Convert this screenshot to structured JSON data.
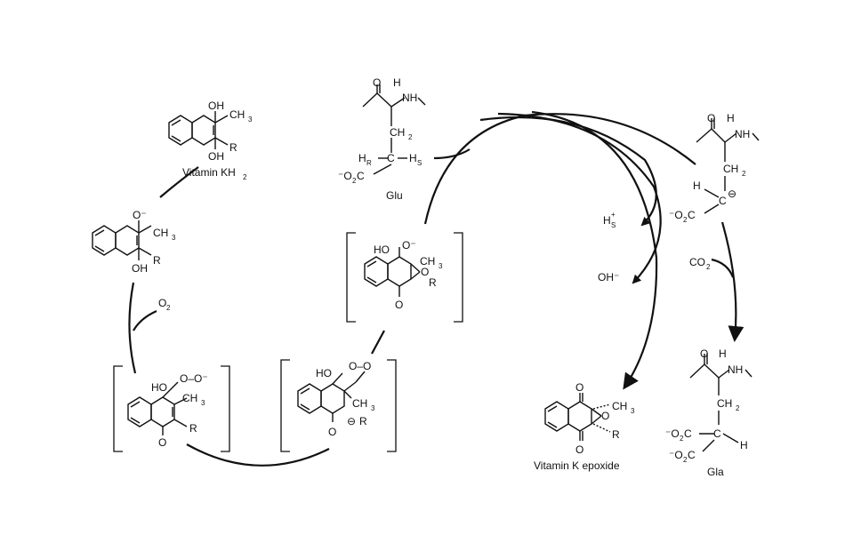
{
  "labels": {
    "oh": "OH",
    "ch3": "CH",
    "three": "3",
    "r": "R",
    "o": "O",
    "o_minus": "O⁻",
    "o2": "O",
    "two": "2",
    "ho": "HO",
    "h": "H",
    "nh": "NH",
    "ch2": "CH",
    "c": "C",
    "co2_minus": "⁻O",
    "co2_tail": "C",
    "hr": "H",
    "hs": "H",
    "sub_r": "R",
    "sub_s": "S",
    "hs_plus": "H",
    "oh_minus": "OH⁻",
    "co2": "CO",
    "minus_circle": "⊖",
    "o_o": "O–O",
    "o_o_minus": "O–O⁻"
  },
  "captions": {
    "vitamin_kh2": "Vitamin KH",
    "vitamin_kh2_sub": "2",
    "glu": "Glu",
    "gla": "Gla",
    "vitamin_k_epoxide": "Vitamin K epoxide"
  },
  "colors": {
    "ink": "#111111",
    "background": "#ffffff"
  }
}
